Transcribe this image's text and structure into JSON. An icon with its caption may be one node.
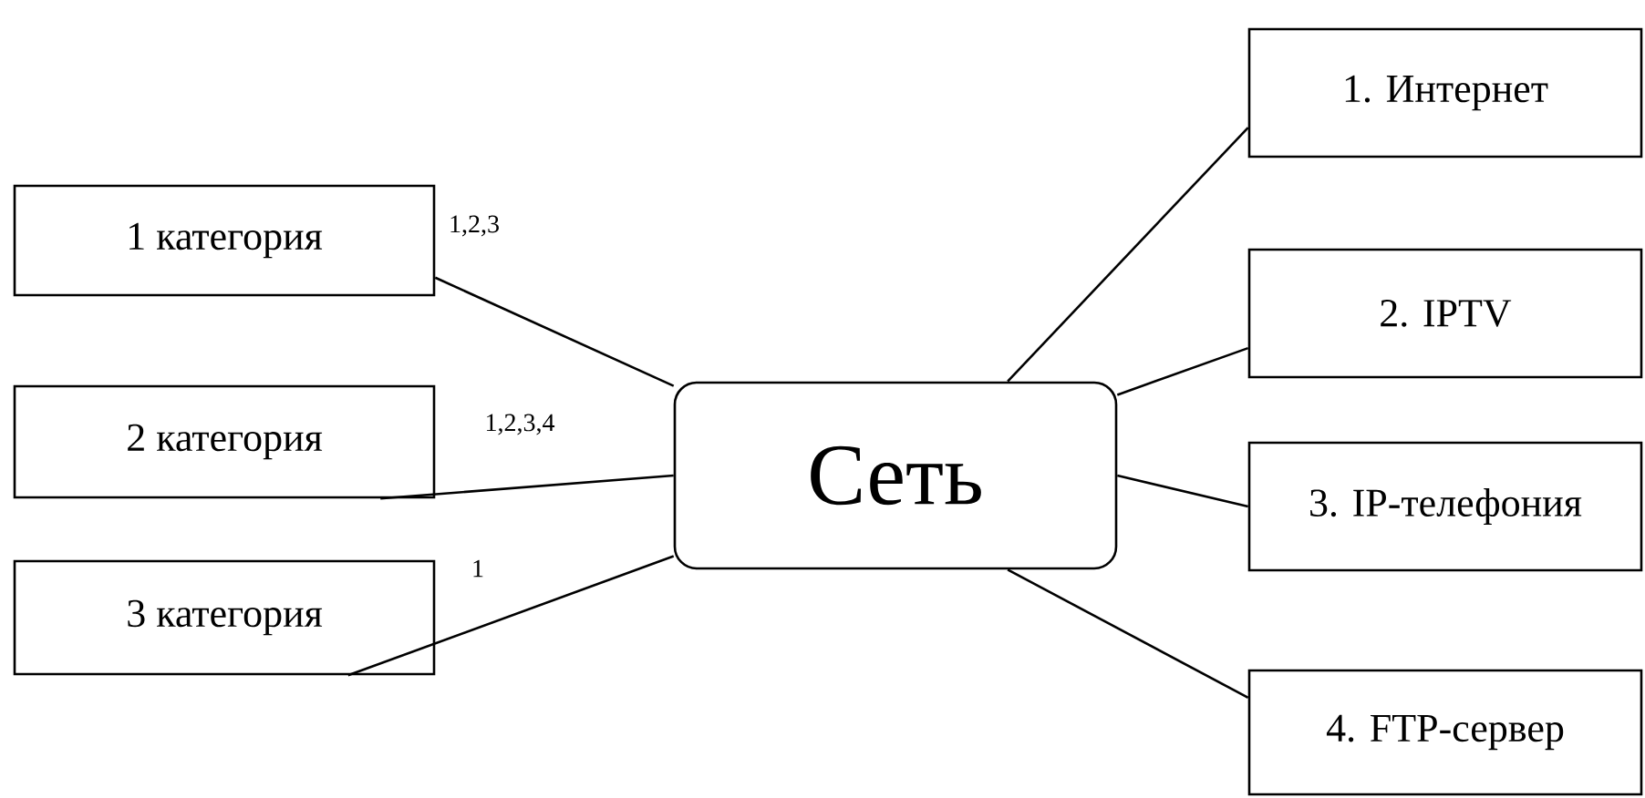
{
  "diagram": {
    "nodes": [
      {
        "text": [
          "1 категория"
        ]
      },
      {
        "text": [
          "2 категория"
        ]
      },
      {
        "text": [
          "3 категория"
        ]
      },
      {
        "text": [
          "Сеть"
        ]
      },
      {
        "text": [
          "1. Интернет"
        ]
      },
      {
        "text": [
          "2. IPTV"
        ]
      },
      {
        "text": [
          "3. IP-телефония"
        ]
      },
      {
        "text": [
          "4. FTP-сервер"
        ]
      }
    ],
    "edges": [
      {
        "from": 0,
        "to": 3,
        "arrow": "none",
        "label": "1,2,3"
      },
      {
        "from": 1,
        "to": 3,
        "arrow": "none",
        "label": "1,2,3,4"
      },
      {
        "from": 2,
        "to": 3,
        "arrow": "none",
        "label": "1"
      },
      {
        "from": 3,
        "to": 4,
        "arrow": "none"
      },
      {
        "from": 3,
        "to": 5,
        "arrow": "none"
      },
      {
        "from": 3,
        "to": 6,
        "arrow": "none"
      },
      {
        "from": 3,
        "to": 7,
        "arrow": "none"
      }
    ]
  }
}
